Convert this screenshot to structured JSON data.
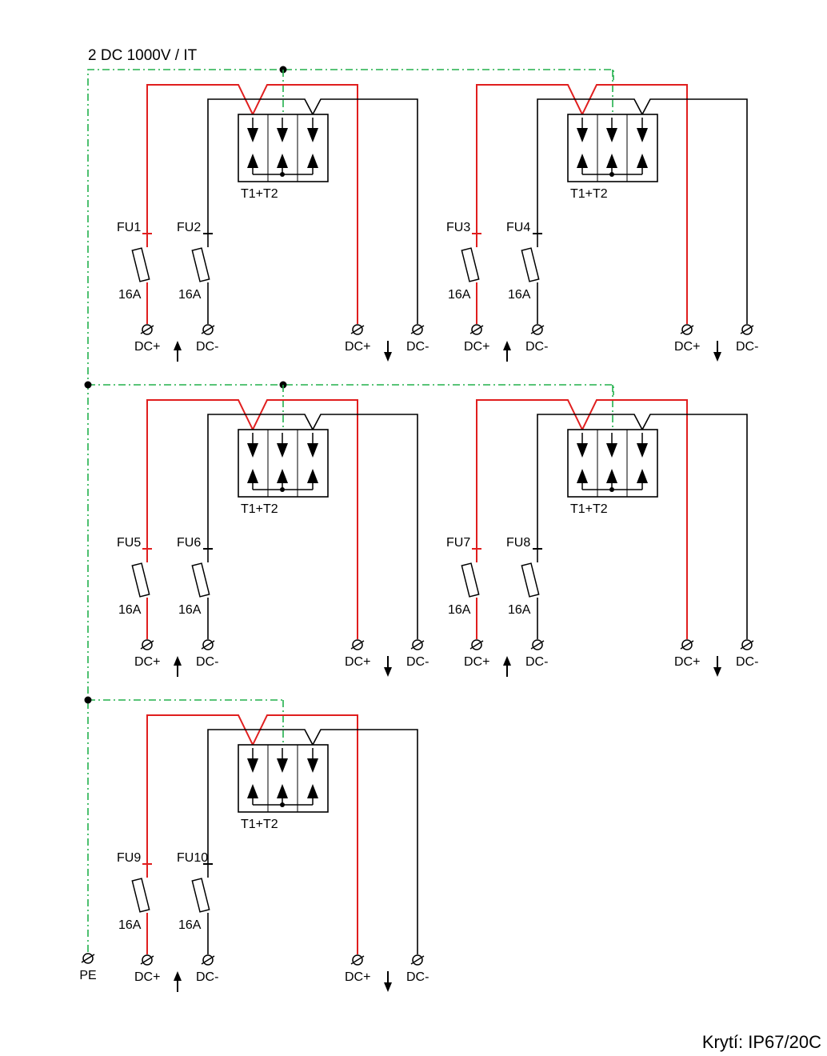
{
  "title": "2 DC 1000V / IT",
  "footer": "Krytí: IP67/20C",
  "colors": {
    "positive": "#e01e1e",
    "negative": "#000000",
    "pe": "#22b14c",
    "stroke": "#000000"
  },
  "pe_label": "PE",
  "symbols": {
    "up_arrow": "input-direction-arrow",
    "down_arrow": "output-direction-arrow",
    "terminal": "terminal-symbol"
  },
  "groups": [
    {
      "spd_label": "T1+T2",
      "fuse_pos": {
        "name": "FU1",
        "rating": "16A"
      },
      "fuse_neg": {
        "name": "FU2",
        "rating": "16A"
      },
      "in_pos": "DC+",
      "in_neg": "DC-",
      "out_pos": "DC+",
      "out_neg": "DC-"
    },
    {
      "spd_label": "T1+T2",
      "fuse_pos": {
        "name": "FU3",
        "rating": "16A"
      },
      "fuse_neg": {
        "name": "FU4",
        "rating": "16A"
      },
      "in_pos": "DC+",
      "in_neg": "DC-",
      "out_pos": "DC+",
      "out_neg": "DC-"
    },
    {
      "spd_label": "T1+T2",
      "fuse_pos": {
        "name": "FU5",
        "rating": "16A"
      },
      "fuse_neg": {
        "name": "FU6",
        "rating": "16A"
      },
      "in_pos": "DC+",
      "in_neg": "DC-",
      "out_pos": "DC+",
      "out_neg": "DC-"
    },
    {
      "spd_label": "T1+T2",
      "fuse_pos": {
        "name": "FU7",
        "rating": "16A"
      },
      "fuse_neg": {
        "name": "FU8",
        "rating": "16A"
      },
      "in_pos": "DC+",
      "in_neg": "DC-",
      "out_pos": "DC+",
      "out_neg": "DC-"
    },
    {
      "spd_label": "T1+T2",
      "fuse_pos": {
        "name": "FU9",
        "rating": "16A"
      },
      "fuse_neg": {
        "name": "FU10",
        "rating": "16A"
      },
      "in_pos": "DC+",
      "in_neg": "DC-",
      "out_pos": "DC+",
      "out_neg": "DC-"
    }
  ]
}
